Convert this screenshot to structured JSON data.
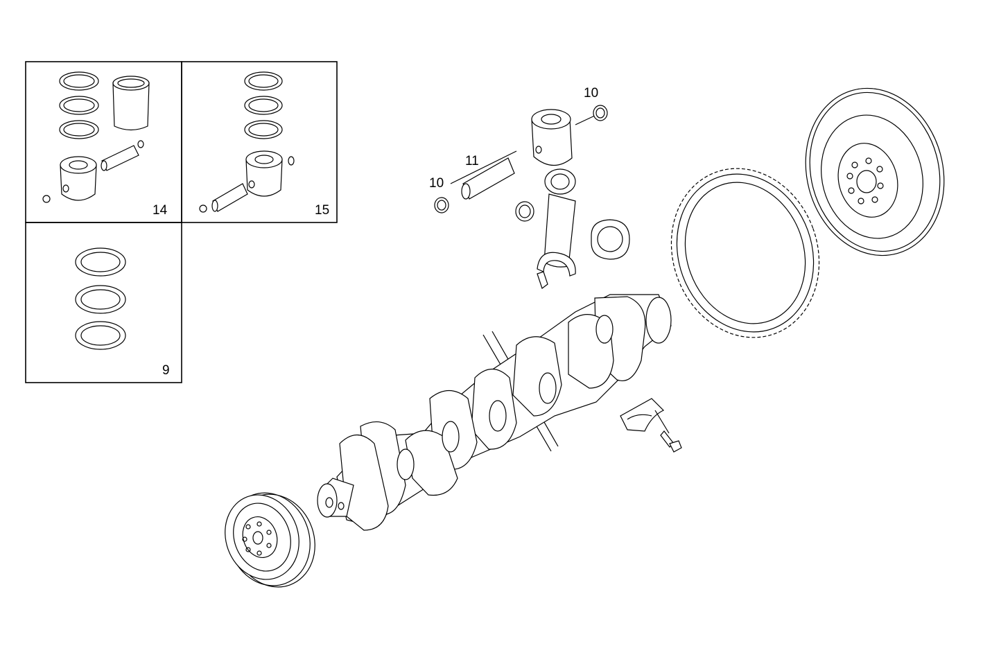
{
  "callouts": {
    "kit_14": "14",
    "kit_15": "15",
    "kit_9": "9",
    "snap_ring_top": "10",
    "piston_pin": "11",
    "snap_ring_left": "10"
  },
  "colors": {
    "line": "#000000",
    "background": "#ffffff"
  }
}
